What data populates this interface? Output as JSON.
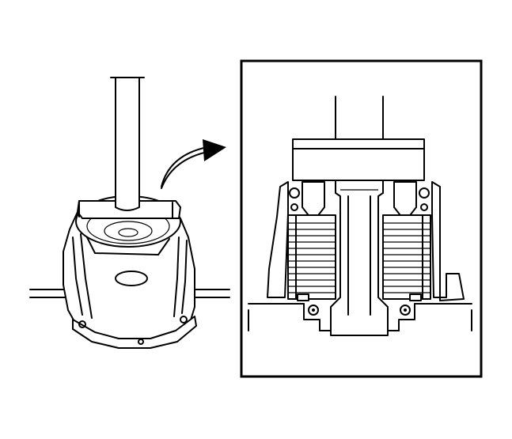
{
  "figure": {
    "kind": "service-illustration",
    "line_color": "#000000",
    "background": "#ffffff",
    "panels": [
      {
        "name": "housing-overview"
      },
      {
        "name": "cross-section-detail"
      }
    ],
    "callout": "curved-arrow-right"
  }
}
